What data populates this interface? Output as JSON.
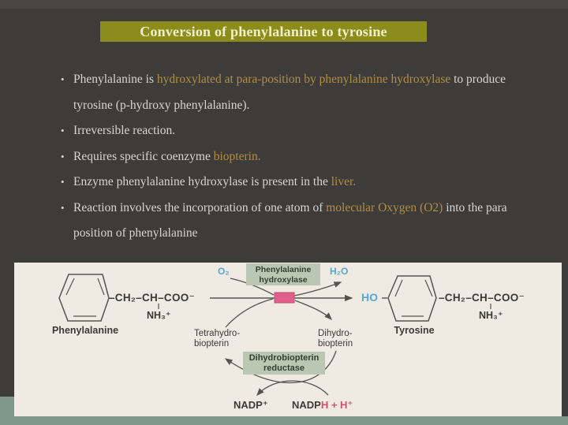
{
  "title": {
    "text": "Conversion of phenylalanine to tyrosine"
  },
  "bullets": [
    {
      "segments": [
        {
          "text": "Phenylalanine is ",
          "style": "normal"
        },
        {
          "text": "hydroxylated at para-position by phenylalanine hydroxylase",
          "style": "gold"
        },
        {
          "text": " to produce tyrosine (p-hydroxy phenylalanine).",
          "style": "normal"
        }
      ]
    },
    {
      "segments": [
        {
          "text": "Irreversible reaction.",
          "style": "normal"
        }
      ]
    },
    {
      "segments": [
        {
          "text": "Requires specific coenzyme ",
          "style": "normal"
        },
        {
          "text": "biopterin.",
          "style": "gold"
        }
      ]
    },
    {
      "segments": [
        {
          "text": "Enzyme phenylalanine hydroxylase is present in the ",
          "style": "normal"
        },
        {
          "text": "liver.",
          "style": "gold"
        }
      ]
    },
    {
      "segments": [
        {
          "text": "Reaction involves the incorporation of one atom of ",
          "style": "normal"
        },
        {
          "text": "molecular Oxygen (O2)",
          "style": "gold"
        },
        {
          "text": " into the para position of phenylalanine",
          "style": "normal"
        }
      ]
    }
  ],
  "diagram": {
    "reactant": {
      "formula": "–CH₂–CH–COO⁻",
      "amine": "NH₃⁺",
      "label": "Phenylalanine"
    },
    "product": {
      "hydroxyl": "HO",
      "formula": "–CH₂–CH–COO⁻",
      "amine": "NH₃⁺",
      "label": "Tyrosine"
    },
    "o2": "O₂",
    "h2o": "H₂O",
    "enzyme_box": {
      "line1": "Phenylalanine",
      "line2": "hydroxylase"
    },
    "cofactor_left": {
      "line1": "Tetrahydro-",
      "line2": "biopterin"
    },
    "cofactor_right": {
      "line1": "Dihydro-",
      "line2": "biopterin"
    },
    "reductase_box": {
      "line1": "Dihydrobiopterin",
      "line2": "reductase"
    },
    "nadp": "NADP⁺",
    "nadph_dark": "NADP",
    "nadph_red": "H + H⁺"
  },
  "colors": {
    "slide_bg": "#3d3c3b",
    "top_band": "#484746",
    "olive": "#8b8c1b",
    "title_text": "#f2eec9",
    "body_text": "#d7d5d1",
    "gold": "#b28e41",
    "cream": "#efeae2",
    "sage": "#7e998b",
    "box_green": "#b9c7b3",
    "ink": "#55544f",
    "text_dark": "#3a3a37",
    "blue": "#54a7d8",
    "pink": "#e0608c",
    "red": "#d5506b"
  }
}
